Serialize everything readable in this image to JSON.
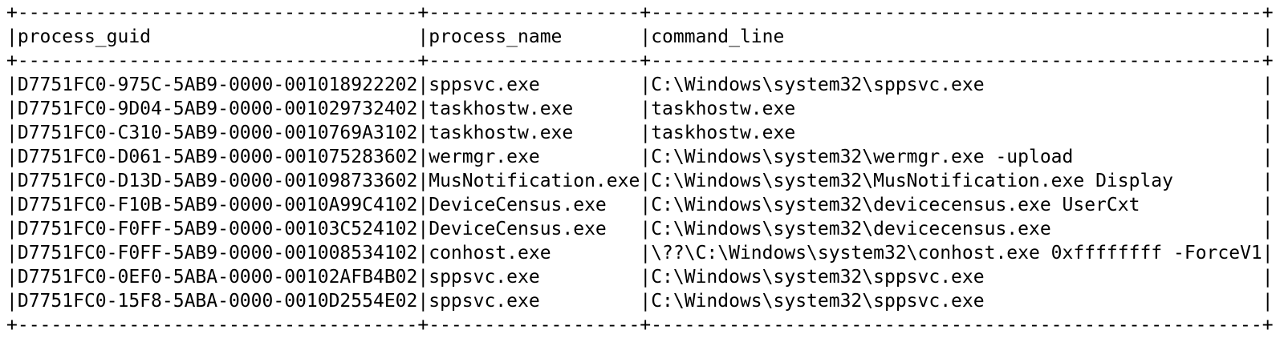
{
  "terminal": {
    "foreground_color": "#000000",
    "background_color": "#ffffff",
    "table": {
      "columns": [
        "process_guid",
        "process_name",
        "command_line"
      ],
      "rows": [
        [
          "D7751FC0-975C-5AB9-0000-001018922202",
          "sppsvc.exe",
          "C:\\Windows\\system32\\sppsvc.exe"
        ],
        [
          "D7751FC0-9D04-5AB9-0000-001029732402",
          "taskhostw.exe",
          "taskhostw.exe"
        ],
        [
          "D7751FC0-C310-5AB9-0000-0010769A3102",
          "taskhostw.exe",
          "taskhostw.exe"
        ],
        [
          "D7751FC0-D061-5AB9-0000-001075283602",
          "wermgr.exe",
          "C:\\Windows\\system32\\wermgr.exe -upload"
        ],
        [
          "D7751FC0-D13D-5AB9-0000-001098733602",
          "MusNotification.exe",
          "C:\\Windows\\system32\\MusNotification.exe Display"
        ],
        [
          "D7751FC0-F10B-5AB9-0000-0010A99C4102",
          "DeviceCensus.exe",
          "C:\\Windows\\system32\\devicecensus.exe UserCxt"
        ],
        [
          "D7751FC0-F0FF-5AB9-0000-00103C524102",
          "DeviceCensus.exe",
          "C:\\Windows\\system32\\devicecensus.exe"
        ],
        [
          "D7751FC0-F0FF-5AB9-0000-001008534102",
          "conhost.exe",
          "\\??\\C:\\Windows\\system32\\conhost.exe 0xffffffff -ForceV1"
        ],
        [
          "D7751FC0-0EF0-5ABA-0000-00102AFB4B02",
          "sppsvc.exe",
          "C:\\Windows\\system32\\sppsvc.exe"
        ],
        [
          "D7751FC0-15F8-5ABA-0000-0010D2554E02",
          "sppsvc.exe",
          "C:\\Windows\\system32\\sppsvc.exe"
        ]
      ],
      "border_chars": {
        "corner": "+",
        "horizontal": "-",
        "vertical": "|"
      }
    }
  }
}
